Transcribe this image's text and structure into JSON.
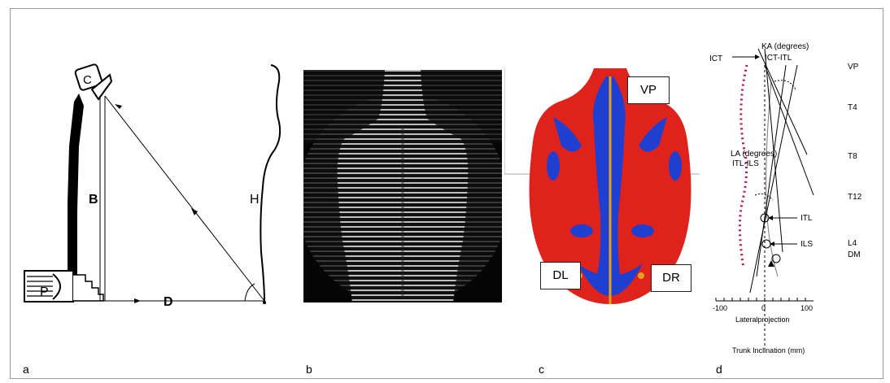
{
  "panels": {
    "a": {
      "letter": "a",
      "labels": {
        "camera": "C",
        "projector": "P",
        "height": "B",
        "distance": "D",
        "subject": "H"
      }
    },
    "b": {
      "letter": "b"
    },
    "c": {
      "letter": "c",
      "labels": {
        "vp": "VP",
        "dl": "DL",
        "dr": "DR"
      }
    },
    "d": {
      "letter": "d",
      "labels": {
        "ict": "ICT",
        "ka": "KA (degrees)",
        "ict_itl": "ICT-ITL",
        "la": "LA (degrees)",
        "itl_ils": "ITL-ILS",
        "itl": "ITL",
        "ils": "ILS",
        "x_axis": "Lateralprojection",
        "trunk": "Trunk Inclination (mm)"
      },
      "ticks": [
        "-100",
        "0",
        "100"
      ],
      "levels": [
        "VP",
        "T4",
        "T8",
        "T12",
        "L4",
        "DM"
      ]
    }
  },
  "colors": {
    "heatmap_red": "#e0221c",
    "heatmap_blue": "#1f3fd0",
    "spine_line": "#e0a020",
    "dots": "#b0144a"
  }
}
